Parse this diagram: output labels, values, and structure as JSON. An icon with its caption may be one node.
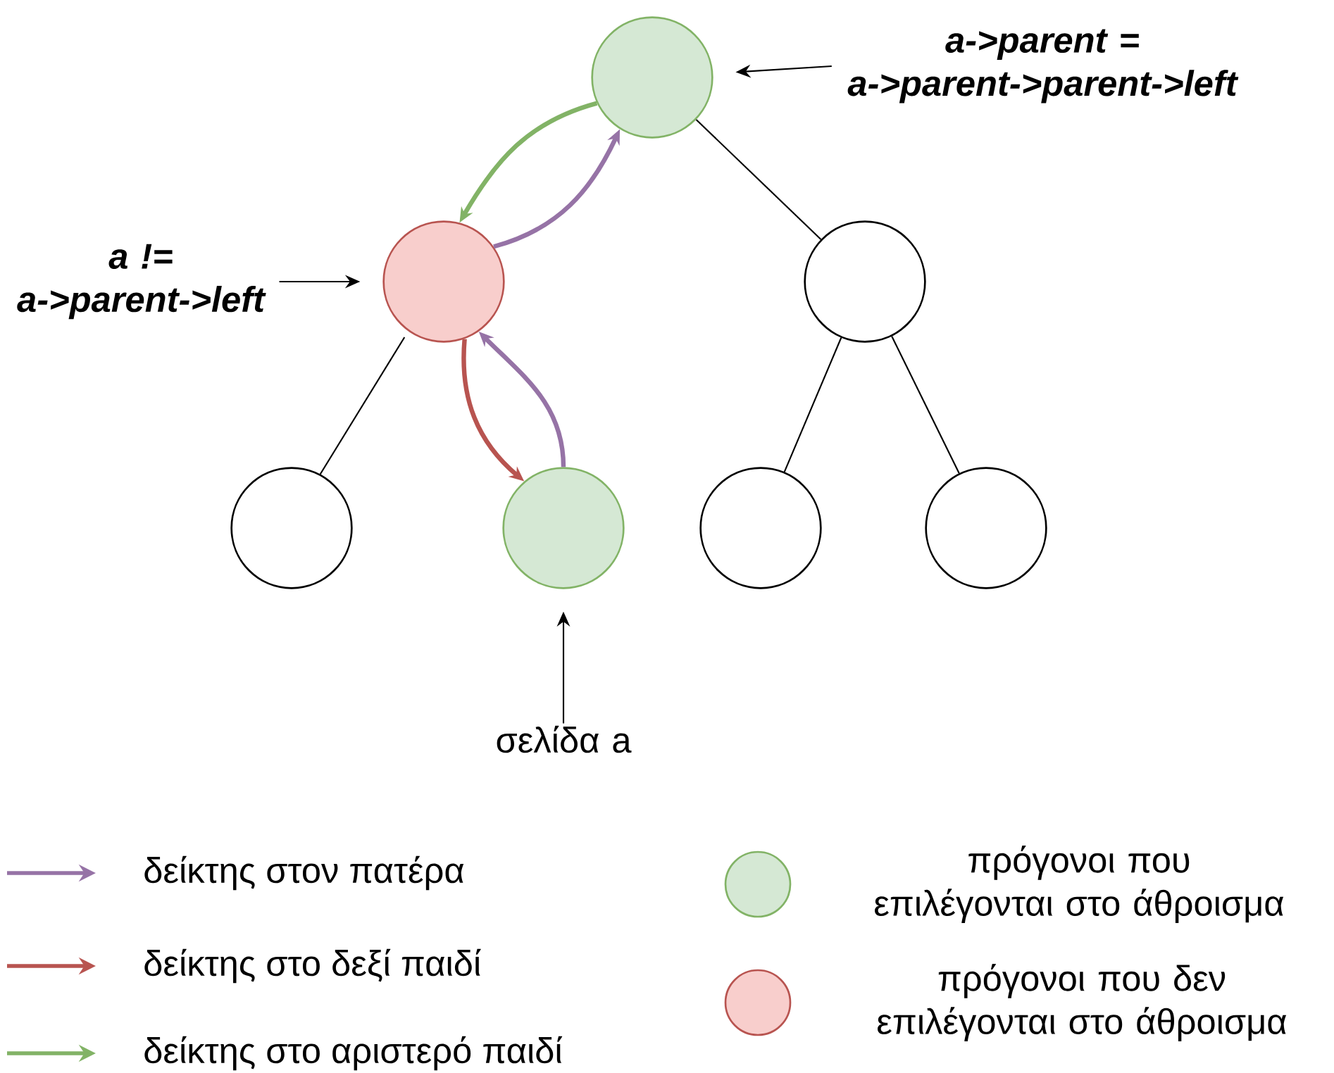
{
  "diagram": {
    "nodes": [
      {
        "text": [],
        "shape": "circle"
      },
      {
        "text": [],
        "shape": "circle"
      },
      {
        "text": [],
        "shape": "circle"
      },
      {
        "text": [],
        "shape": "circle"
      },
      {
        "text": [],
        "shape": "circle"
      },
      {
        "text": [],
        "shape": "circle"
      },
      {
        "text": [],
        "shape": "circle"
      },
      {
        "text": [
          "a->parent = a->parent->parent->left"
        ]
      },
      {
        "text": [
          "a != a->parent->left"
        ]
      },
      {
        "text": [
          "σελίδα a"
        ]
      }
    ],
    "edges": [
      {
        "from": 0,
        "to": 1,
        "arrow": "to",
        "style": "thick",
        "color": "#82b366"
      },
      {
        "from": 1,
        "to": 0,
        "arrow": "to",
        "style": "thick",
        "color": "#9673a6"
      },
      {
        "from": 0,
        "to": 2,
        "arrow": "none"
      },
      {
        "from": 1,
        "to": 3,
        "arrow": "none"
      },
      {
        "from": 1,
        "to": 4,
        "arrow": "to",
        "style": "thick",
        "color": "#b85450"
      },
      {
        "from": 4,
        "to": 1,
        "arrow": "to",
        "style": "thick",
        "color": "#9673a6"
      },
      {
        "from": 2,
        "to": 5,
        "arrow": "none"
      },
      {
        "from": 2,
        "to": 6,
        "arrow": "none"
      },
      {
        "from": 7,
        "to": 0,
        "arrow": "to"
      },
      {
        "from": 8,
        "to": 1,
        "arrow": "to"
      },
      {
        "from": 9,
        "to": 4,
        "arrow": "to"
      }
    ],
    "legend": [
      {
        "text": "δείκτης στον πατέρα",
        "color": "#9673a6"
      },
      {
        "text": "δείκτης στο δεξί παιδί",
        "color": "#b85450"
      },
      {
        "text": "δείκτης στο αριστερό παιδί",
        "color": "#82b366"
      },
      {
        "text": "πρόγονοι που επιλέγονται στο άθροισμα",
        "color": "#d5e8d4"
      },
      {
        "text": "πρόγονοι που δεν επιλέγονται στο άθροισμα",
        "color": "#f8cecc"
      }
    ]
  }
}
